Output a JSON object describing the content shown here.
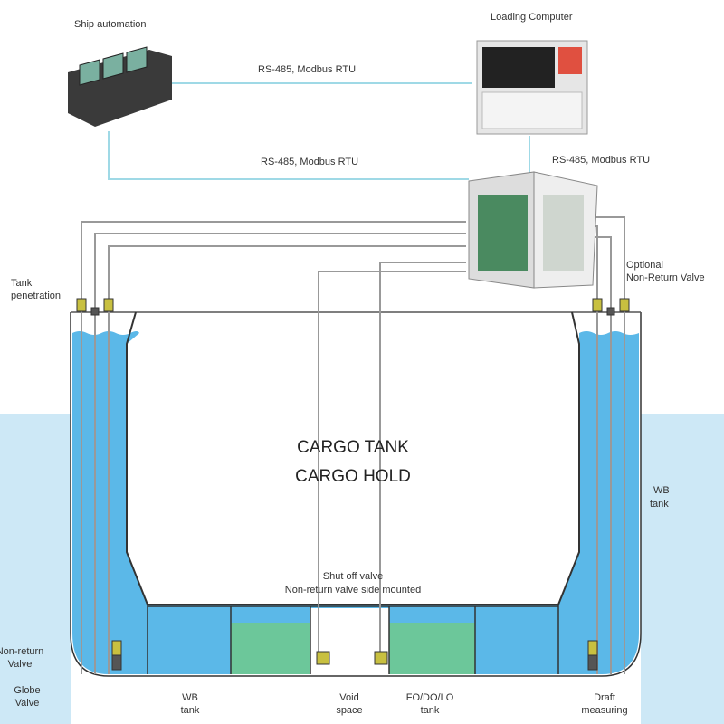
{
  "top": {
    "ship_automation": "Ship automation",
    "loading_computer": "Loading Computer",
    "link_top": "RS-485, Modbus RTU",
    "link_mid": "RS-485, Modbus RTU",
    "link_right": "RS-485, Modbus RTU"
  },
  "labels": {
    "tank_penetration_1": "Tank",
    "tank_penetration_2": "penetration",
    "optional_1": "Optional",
    "optional_2": "Non-Return Valve",
    "cargo_tank": "CARGO TANK",
    "cargo_hold": "CARGO HOLD",
    "wb_right_1": "WB",
    "wb_right_2": "tank",
    "shutoff_1": "Shut off valve",
    "shutoff_2": "Non-return valve side mounted",
    "nonreturn_1": "Non-return",
    "nonreturn_2": "Valve",
    "globe_1": "Globe",
    "globe_2": "Valve",
    "wb_1": "WB",
    "wb_2": "tank",
    "void_1": "Void",
    "void_2": "space",
    "fo_1": "FO/DO/LO",
    "fo_2": "tank",
    "draft_1": "Draft",
    "draft_2": "measuring"
  },
  "colors": {
    "water": "#5bb8e8",
    "sea": "#cde8f6",
    "fuel": "#6cc79a",
    "link": "#9fd9e6",
    "cable": "#999999"
  }
}
